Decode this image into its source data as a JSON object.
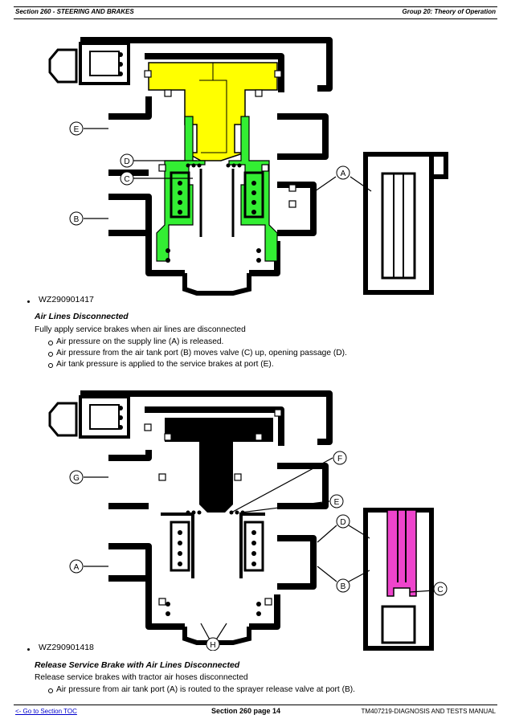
{
  "header": {
    "section": "Section 260 - STEERING AND BRAKES",
    "group": "Group 20: Theory of Operation"
  },
  "figure1": {
    "caption": "WZ290901417",
    "callouts": [
      "E",
      "D",
      "C",
      "B",
      "A"
    ],
    "colors": {
      "valve": "#ffff00",
      "passage": "#33ee33"
    }
  },
  "section1": {
    "title": "Air Lines Disconnected",
    "intro": "Fully apply service brakes when air lines are disconnected",
    "bullets": [
      "Air pressure on the supply line (A) is released.",
      "Air pressure from the air tank port (B) moves valve (C) up, opening passage (D).",
      "Air tank pressure is applied to the service brakes at port (E)."
    ]
  },
  "figure2": {
    "caption": "WZ290901418",
    "callouts": [
      "G",
      "F",
      "E",
      "D",
      "A",
      "B",
      "C",
      "H"
    ],
    "colors": {
      "release_valve": "#ee44cc"
    }
  },
  "section2": {
    "title": "Release Service Brake with Air Lines Disconnected",
    "intro": "Release service brakes with tractor air hoses disconnected",
    "bullets": [
      "Air pressure from air tank port (A) is routed to the sprayer release valve at port (B)."
    ]
  },
  "footer": {
    "toc_link": "<- Go to Section TOC",
    "page": "Section 260 page 14",
    "manual": "TM407219-DIAGNOSIS AND TESTS MANUAL"
  }
}
